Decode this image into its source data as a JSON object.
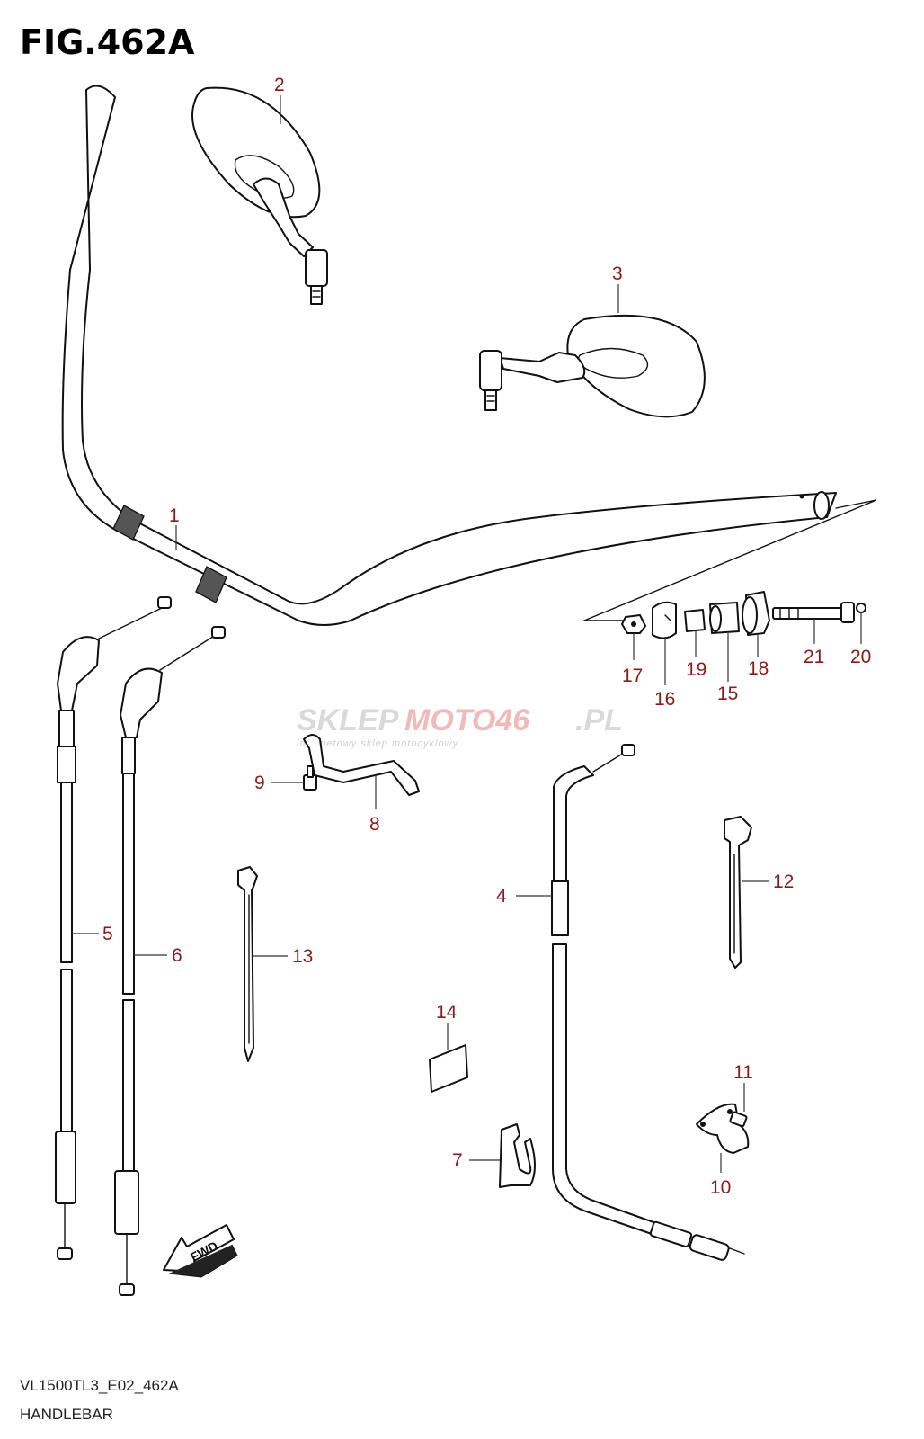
{
  "figure": {
    "title": "FIG.462A",
    "model_code": "VL1500TL3_E02_462A",
    "section_name": "HANDLEBAR"
  },
  "watermark": {
    "brand_a": "SKLEP",
    "brand_b": "MOTO46",
    "brand_c": ".PL",
    "tagline": "internetowy sklep motocyklowy"
  },
  "fwd_label": "FWD",
  "callouts": {
    "p1": "1",
    "p2": "2",
    "p3": "3",
    "p4": "4",
    "p5": "5",
    "p6": "6",
    "p7": "7",
    "p8": "8",
    "p9": "9",
    "p10": "10",
    "p11": "11",
    "p12": "12",
    "p13": "13",
    "p14": "14",
    "p15": "15",
    "p16": "16",
    "p17": "17",
    "p18": "18",
    "p19": "19",
    "p20": "20",
    "p21": "21"
  },
  "colors": {
    "callout_text": "#8b1a1a",
    "line_art": "#111111",
    "watermark_red": "#f2b9b9"
  }
}
